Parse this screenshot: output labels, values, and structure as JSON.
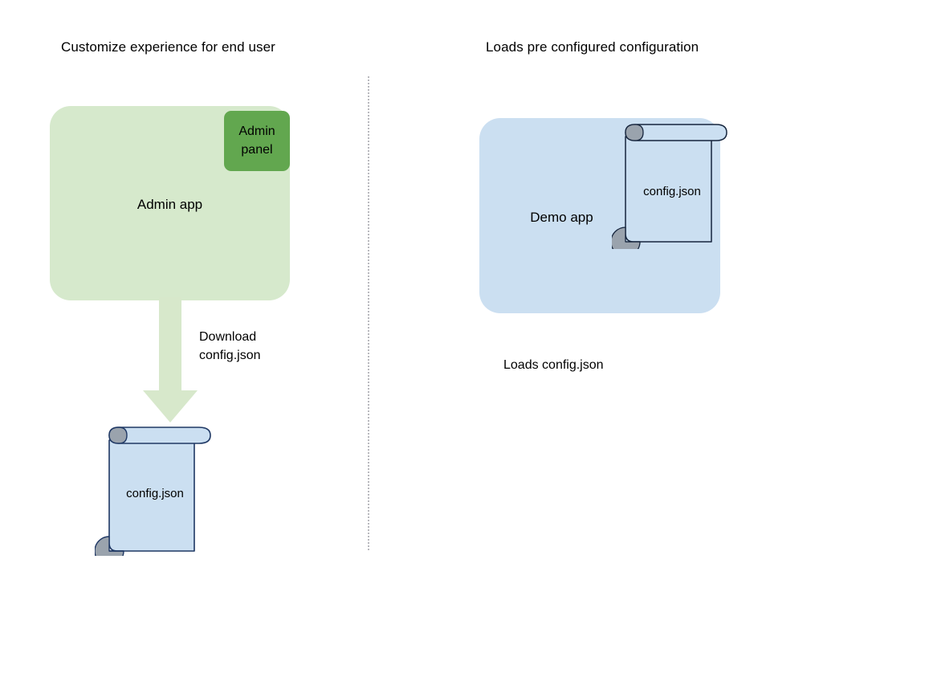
{
  "diagram": {
    "type": "flow-diagram",
    "background_color": "#ffffff",
    "columns": [
      {
        "id": "left",
        "title": "Customize experience for end user",
        "panel": {
          "label": "Admin app",
          "fill": "#d6e9cc",
          "inner_box": {
            "label": "Admin\npanel",
            "fill": "#62a74f"
          }
        },
        "edge": {
          "label": "Download\nconfig.json",
          "color": "#d7e8cb",
          "direction": "down"
        },
        "document": {
          "label": "config.json",
          "fill": "#cbdff1",
          "stroke": "#1f3864",
          "curl_fill": "#9aa3ad"
        }
      },
      {
        "id": "right",
        "title": "Loads pre configured configuration",
        "panel": {
          "label": "Demo app",
          "fill": "#cbdff1"
        },
        "document": {
          "label": "config.json",
          "fill": "#cbdff1",
          "stroke": "#16253d",
          "curl_fill": "#9aa3ad"
        },
        "caption": "Loads config.json"
      }
    ],
    "divider": {
      "style": "dotted",
      "color": "#b9b9be"
    }
  }
}
